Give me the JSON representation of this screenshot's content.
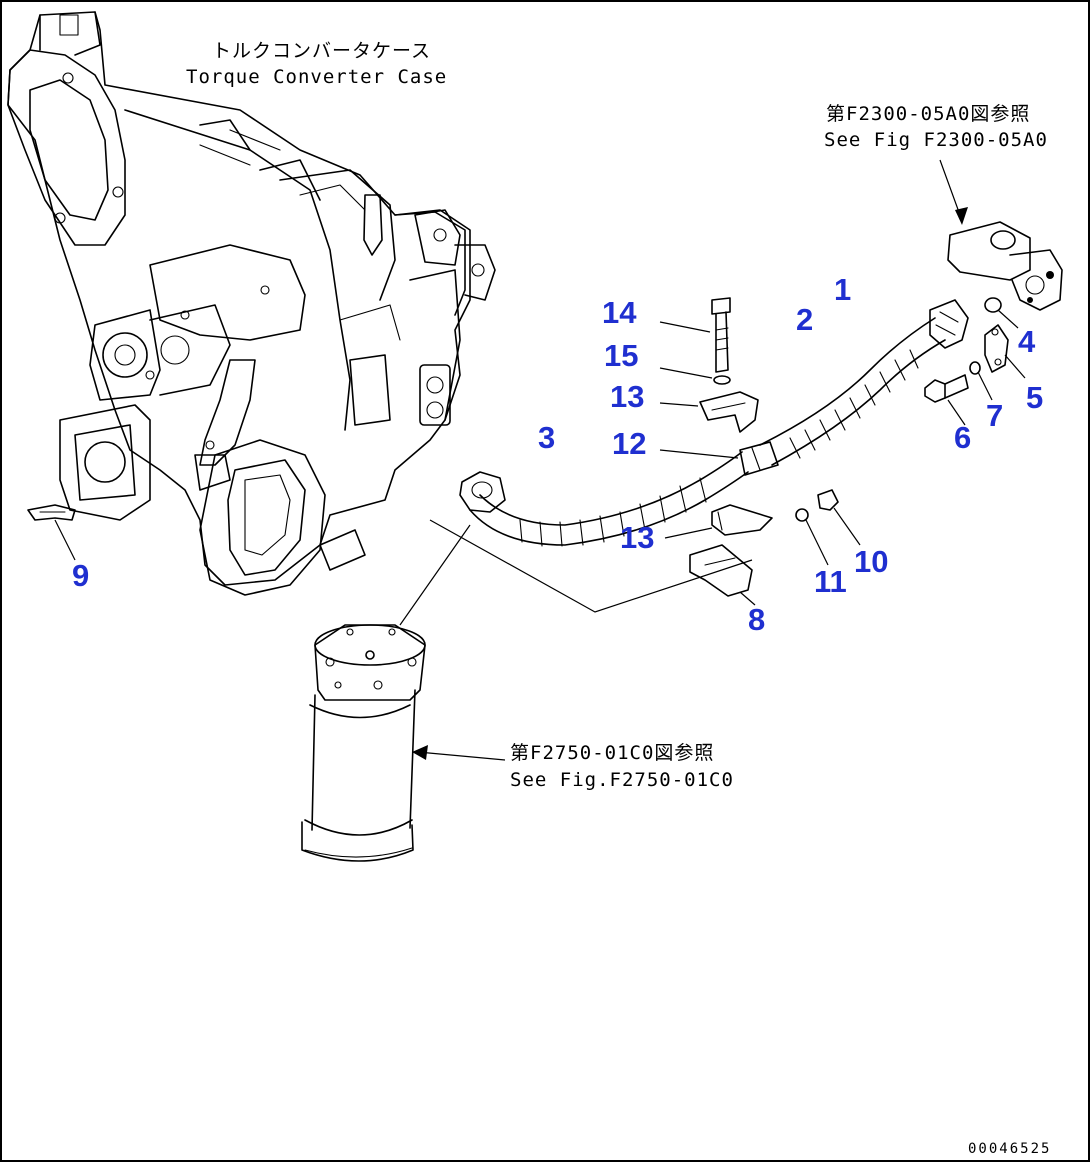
{
  "notes": {
    "case_jp": "トルクコンバータケース",
    "case_en": "Torque Converter Case",
    "ref1_jp": "第F2300-05A0図参照",
    "ref1_en": "See Fig F2300-05A0",
    "ref2_jp": "第F2750-01C0図参照",
    "ref2_en": "See Fig.F2750-01C0"
  },
  "callouts": {
    "c1": "1",
    "c2": "2",
    "c3": "3",
    "c4": "4",
    "c5": "5",
    "c6": "6",
    "c7": "7",
    "c8": "8",
    "c9": "9",
    "c10": "10",
    "c11": "11",
    "c12": "12",
    "c13a": "13",
    "c13b": "13",
    "c14": "14",
    "c15": "15"
  },
  "drawing_number": "00046525",
  "colors": {
    "callout": "#1f2fd0",
    "line": "#000000"
  }
}
